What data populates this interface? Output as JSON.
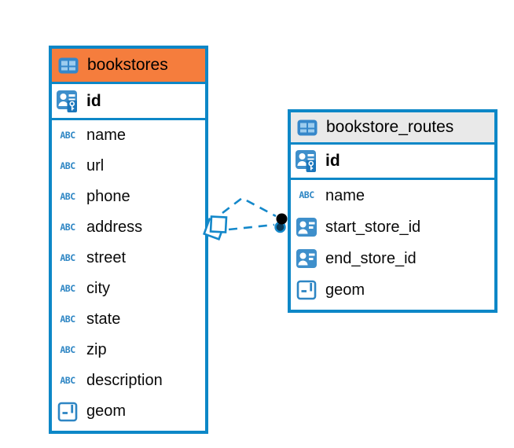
{
  "diagram": {
    "abc_label": "ABC",
    "colors": {
      "border_blue": "#0D87C7",
      "header_orange": "#F57D3D",
      "header_gray": "#E9E9E9",
      "icon_blue": "#2E86C4",
      "icon_fill_blue": "#3E8FCB",
      "key_badge_blue": "#1B76BB",
      "line_blue": "#1488CA",
      "text_black": "#000000"
    },
    "tables": [
      {
        "title": "bookstores",
        "primary_key": "id",
        "columns": [
          {
            "name": "name",
            "type": "text"
          },
          {
            "name": "url",
            "type": "text"
          },
          {
            "name": "phone",
            "type": "text"
          },
          {
            "name": "address",
            "type": "text"
          },
          {
            "name": "street",
            "type": "text"
          },
          {
            "name": "city",
            "type": "text"
          },
          {
            "name": "state",
            "type": "text"
          },
          {
            "name": "zip",
            "type": "text"
          },
          {
            "name": "description",
            "type": "text"
          },
          {
            "name": "geom",
            "type": "geometry"
          }
        ]
      },
      {
        "title": "bookstore_routes",
        "primary_key": "id",
        "columns": [
          {
            "name": "name",
            "type": "text"
          },
          {
            "name": "start_store_id",
            "type": "foreign_key"
          },
          {
            "name": "end_store_id",
            "type": "foreign_key"
          },
          {
            "name": "geom",
            "type": "geometry"
          }
        ]
      }
    ],
    "relationship": {
      "from_table": "bookstores",
      "to_table": "bookstore_routes",
      "style": "dashed"
    }
  }
}
